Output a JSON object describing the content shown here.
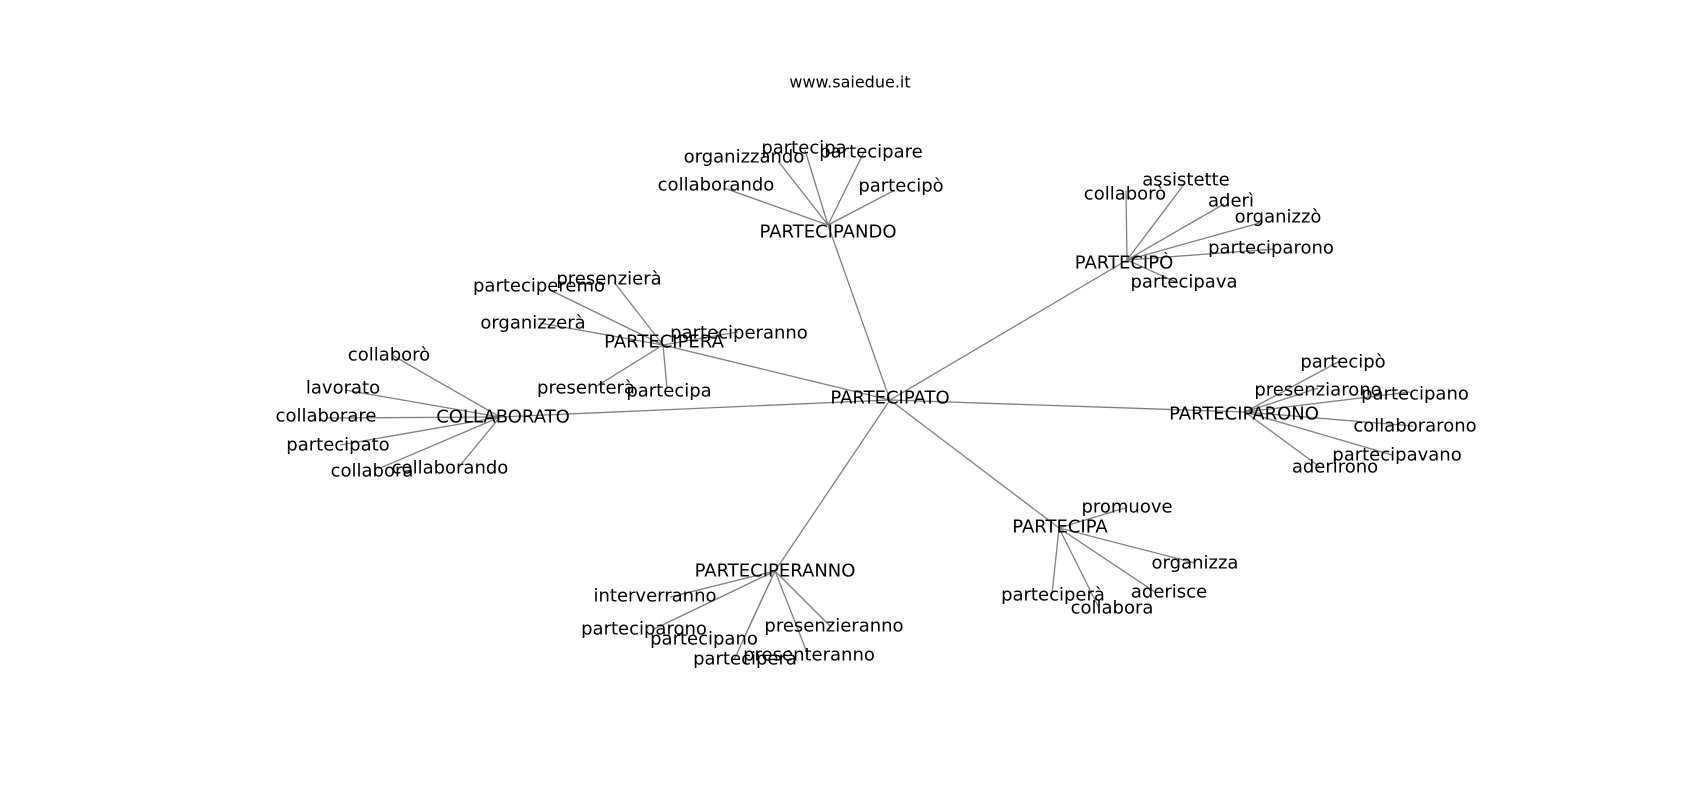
{
  "site": "www.saiedue.it",
  "center": "PARTECIPATO",
  "groups": [
    {
      "hub": "PARTECIPANDO",
      "words": [
        "organizzando",
        "partecipa",
        "partecipare",
        "collaborando",
        "partecipò"
      ]
    },
    {
      "hub": "PARTECIPÒ",
      "words": [
        "collaborò",
        "assistette",
        "aderì",
        "organizzò",
        "parteciparono",
        "partecipava"
      ]
    },
    {
      "hub": "PARTECIPERÀ",
      "words": [
        "parteciperemo",
        "presenzierà",
        "organizzerà",
        "parteciperanno",
        "presenterà",
        "partecipa"
      ]
    },
    {
      "hub": "COLLABORATO",
      "words": [
        "collaborò",
        "lavorato",
        "collaborare",
        "partecipato",
        "collabora",
        "collaborando"
      ]
    },
    {
      "hub": "PARTECIPARONO",
      "words": [
        "partecipò",
        "presenziarono",
        "partecipano",
        "collaborarono",
        "partecipavano",
        "aderirono"
      ]
    },
    {
      "hub": "PARTECIPA",
      "words": [
        "promuove",
        "organizza",
        "parteciperà",
        "aderisce",
        "collabora"
      ]
    },
    {
      "hub": "PARTECIPERANNO",
      "words": [
        "interverranno",
        "parteciparono",
        "partecipano",
        "presenzieranno",
        "presenteranno",
        "parteciperà"
      ]
    }
  ]
}
